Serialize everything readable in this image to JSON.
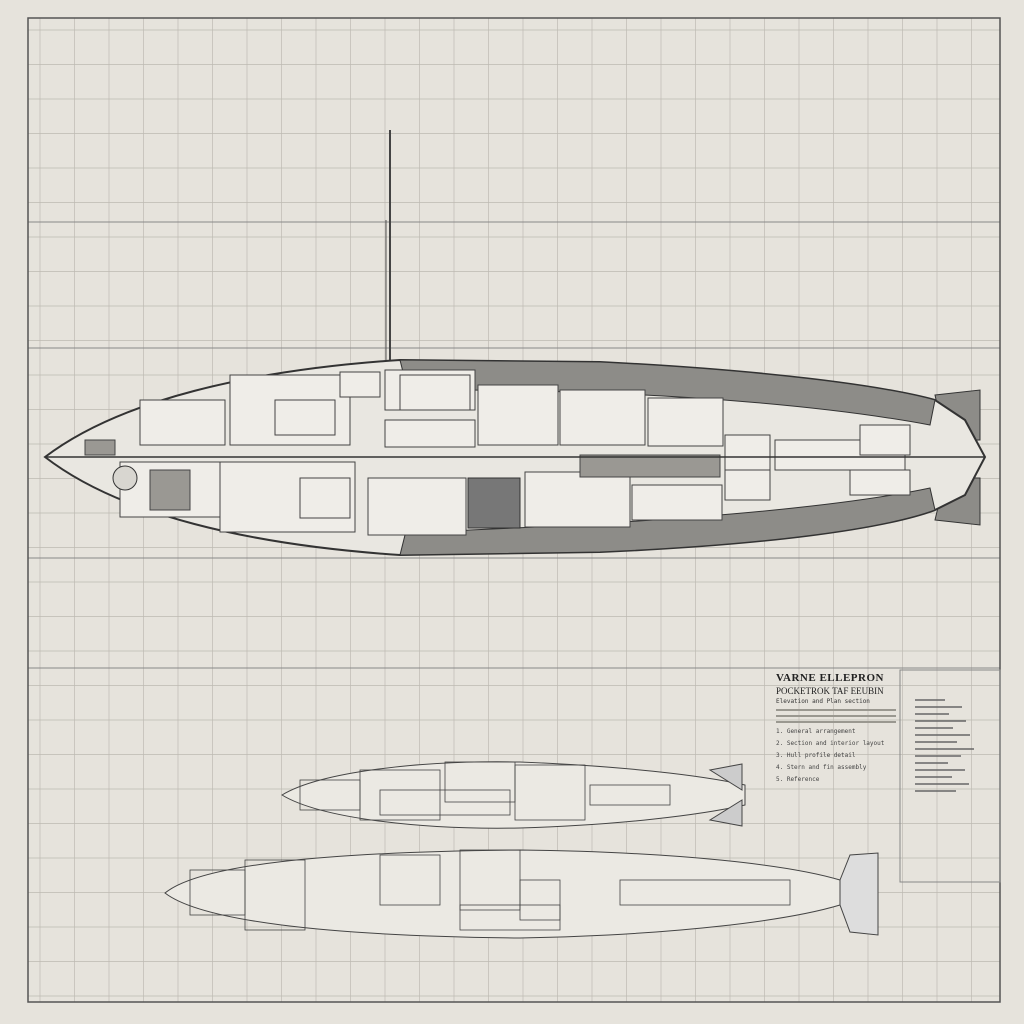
{
  "title_block": {
    "title": "VARNE ELLEPRON",
    "subtitle": "POCKETROK TAF EEUBIN",
    "caption": "Elevation and Plan section",
    "notes": [
      "1. General arrangement",
      "2. Section and interior layout",
      "3. Hull profile detail",
      "4. Stern and fin assembly",
      "5. Reference"
    ]
  },
  "views": [
    "longitudinal-section",
    "side-profile",
    "plan-view"
  ],
  "colors": {
    "paper": "#e6e3dc",
    "ink": "#3a3a38",
    "hull_shade": "#8d8c88",
    "grid": "#b9b6ae"
  }
}
